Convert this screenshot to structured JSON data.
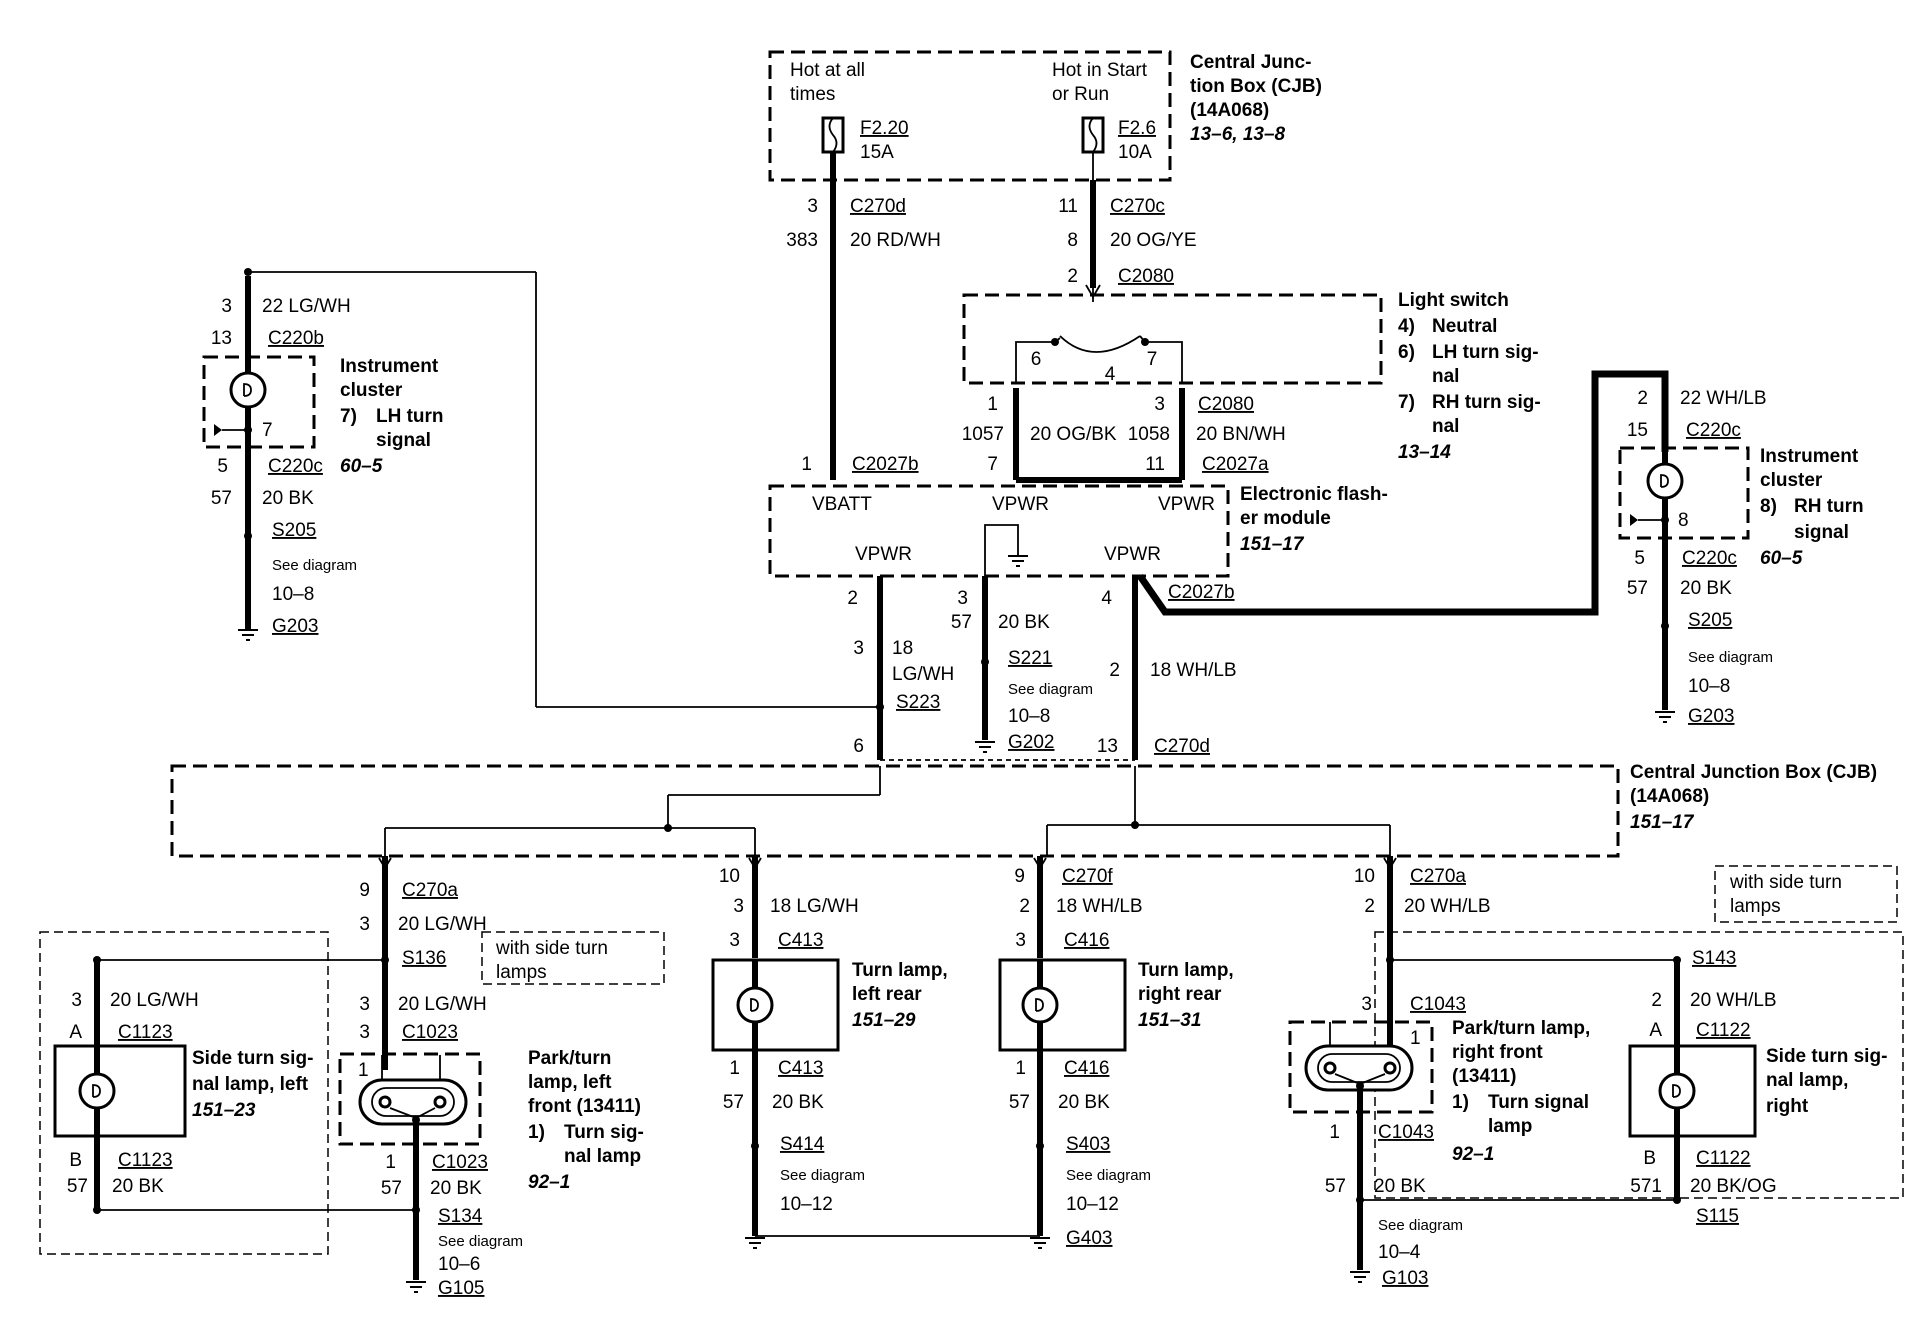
{
  "cjb_top": {
    "title": [
      "Central Junc-",
      "tion Box (CJB)",
      "(14A068)"
    ],
    "ref": "13–6, 13–8",
    "hot_at_all_times": [
      "Hot at all",
      "times"
    ],
    "hot_in_start": [
      "Hot in Start",
      "or Run"
    ],
    "fuse_left": {
      "id": "F2.20",
      "rating": "15A"
    },
    "fuse_right": {
      "id": "F2.6",
      "rating": "10A"
    }
  },
  "wire_top_left": {
    "pin": "3",
    "conn": "C270d",
    "circuit": "383",
    "wire": "20 RD/WH"
  },
  "wire_top_right": {
    "pin": "11",
    "conn": "C270c",
    "circuit": "8",
    "wire": "20 OG/YE",
    "pin2": "2",
    "conn2": "C2080"
  },
  "light_switch": {
    "title": "Light switch",
    "items": [
      "4)",
      "Neutral",
      "6)",
      "LH turn sig-",
      "nal",
      "7)",
      "RH turn sig-",
      "nal"
    ],
    "ref": "13–14",
    "pins": [
      "6",
      "4",
      "7"
    ]
  },
  "switch_outputs": {
    "pin_l": "1",
    "circuit_l": "1057",
    "wire_l": "20 OG/BK",
    "pin_r": "3",
    "circuit_r": "1058",
    "wire_r": "20 BN/WH",
    "conn": "C2080"
  },
  "flasher": {
    "title": [
      "Electronic flash-",
      "er module"
    ],
    "ref": "151–17",
    "labels": {
      "vbatt": "VBATT",
      "vpwr_top": "VPWR",
      "vpwr_right": "VPWR",
      "vpwr_bl": "VPWR",
      "vpwr_br": "VPWR"
    },
    "pin_vbatt": "1",
    "conn_vbatt": "C2027b",
    "pin_7": "7",
    "pin_11": "11",
    "conn_a": "C2027a",
    "pin_2": "2",
    "pin_3": "3",
    "pin_4": "4",
    "conn_b": "C2027b"
  },
  "cluster_left": {
    "title": [
      "Instrument",
      "cluster"
    ],
    "item_num": "7)",
    "item": [
      "LH turn",
      "signal"
    ],
    "ref": "60–5",
    "pin_top": "3",
    "wire_top": "22 LG/WH",
    "pin_conn": "13",
    "conn_top": "C220b",
    "inner_pin": "7",
    "pin_bottom": "5",
    "conn_bottom": "C220c",
    "circuit": "57",
    "wire_bottom": "20 BK",
    "splice": "S205",
    "see": "See diagram",
    "see_ref": "10–8",
    "ground": "G203"
  },
  "cluster_right": {
    "title": [
      "Instrument",
      "cluster"
    ],
    "item_num": "8)",
    "item": [
      "RH turn",
      "signal"
    ],
    "ref": "60–5",
    "pin_top": "2",
    "wire_top": "22 WH/LB",
    "pin_conn": "15",
    "conn_top": "C220c",
    "inner_pin": "8",
    "pin_bottom": "5",
    "conn_bottom": "C220c",
    "circuit": "57",
    "wire_bottom": "20 BK",
    "splice": "S205",
    "see": "See diagram",
    "see_ref": "10–8",
    "ground": "G203"
  },
  "mid": {
    "pin_l": "3",
    "wire_l": [
      "18",
      "LG/WH"
    ],
    "splice_l": "S223",
    "pin_l_bottom": "6",
    "pin_g": "57",
    "wire_g": "20 BK",
    "splice_g": "S221",
    "see_g": "See diagram",
    "see_ref_g": "10–8",
    "ground_g": "G202",
    "pin_r": "2",
    "wire_r": "18 WH/LB",
    "pin_r_bottom": "13",
    "conn_r_bottom": "C270d"
  },
  "cjb_bottom": {
    "title": [
      "Central Junction Box (CJB)",
      "(14A068)"
    ],
    "ref": "151–17"
  },
  "side_left": {
    "pin_conn": "9",
    "conn": "C270a",
    "pin": "3",
    "wire": "20 LG/WH",
    "splice": "S136",
    "with_side": [
      "with side turn",
      "lamps"
    ],
    "pin_a": "3",
    "wire_a": "20 LG/WH",
    "a": "A",
    "conn_a": "C1123",
    "title": [
      "Side turn sig-",
      "nal lamp, left"
    ],
    "ref": "151–23",
    "b": "B",
    "conn_b": "C1123",
    "circuit": "57",
    "wire_b": "20 BK"
  },
  "park_left": {
    "pin_a": "3",
    "wire": "20 LG/WH",
    "pin_c": "3",
    "conn": "C1023",
    "inner": "1",
    "title": [
      "Park/turn",
      "lamp, left",
      "front (13411)"
    ],
    "item_num": "1)",
    "item": [
      "Turn sig-",
      "nal lamp"
    ],
    "ref": "92–1",
    "pin_b": "1",
    "conn_b": "C1023",
    "circuit": "57",
    "wire_b": "20 BK",
    "splice": "S134",
    "see": "See diagram",
    "see_ref": "10–6",
    "ground": "G105"
  },
  "rear_left": {
    "pin_conn": "10",
    "pin": "3",
    "wire": "18 LG/WH",
    "pin_c": "3",
    "conn": "C413",
    "title": [
      "Turn lamp,",
      "left rear"
    ],
    "ref": "151–29",
    "pin_b": "1",
    "conn_b": "C413",
    "circuit": "57",
    "wire_b": "20 BK",
    "splice": "S414",
    "see": "See diagram",
    "see_ref": "10–12"
  },
  "rear_right": {
    "pin_conn": "9",
    "conn_top": "C270f",
    "pin": "2",
    "wire": "18 WH/LB",
    "pin_c": "3",
    "conn": "C416",
    "title": [
      "Turn lamp,",
      "right rear"
    ],
    "ref": "151–31",
    "pin_b": "1",
    "conn_b": "C416",
    "circuit": "57",
    "wire_b": "20 BK",
    "splice": "S403",
    "see": "See diagram",
    "see_ref": "10–12",
    "ground": "G403"
  },
  "park_right": {
    "pin_conn": "10",
    "conn_top": "C270a",
    "pin": "2",
    "wire": "20 WH/LB",
    "pin_c": "3",
    "conn": "C1043",
    "inner": "1",
    "title": [
      "Park/turn lamp,",
      "right front",
      "(13411)"
    ],
    "item_num": "1)",
    "item": [
      "Turn signal",
      "lamp"
    ],
    "ref": "92–1",
    "pin_b": "1",
    "conn_b": "C1043",
    "circuit": "57",
    "wire_b": "20 BK",
    "see": "See diagram",
    "see_ref": "10–4",
    "ground": "G103"
  },
  "side_right": {
    "with_side": [
      "with side turn",
      "lamps"
    ],
    "splice": "S143",
    "pin_a": "2",
    "wire_a": "20 WH/LB",
    "a": "A",
    "conn_a": "C1122",
    "title": [
      "Side turn sig-",
      "nal lamp,",
      "right"
    ],
    "b": "B",
    "conn_b": "C1122",
    "circuit": "571",
    "wire_b": "20 BK/OG",
    "splice_b": "S115"
  }
}
